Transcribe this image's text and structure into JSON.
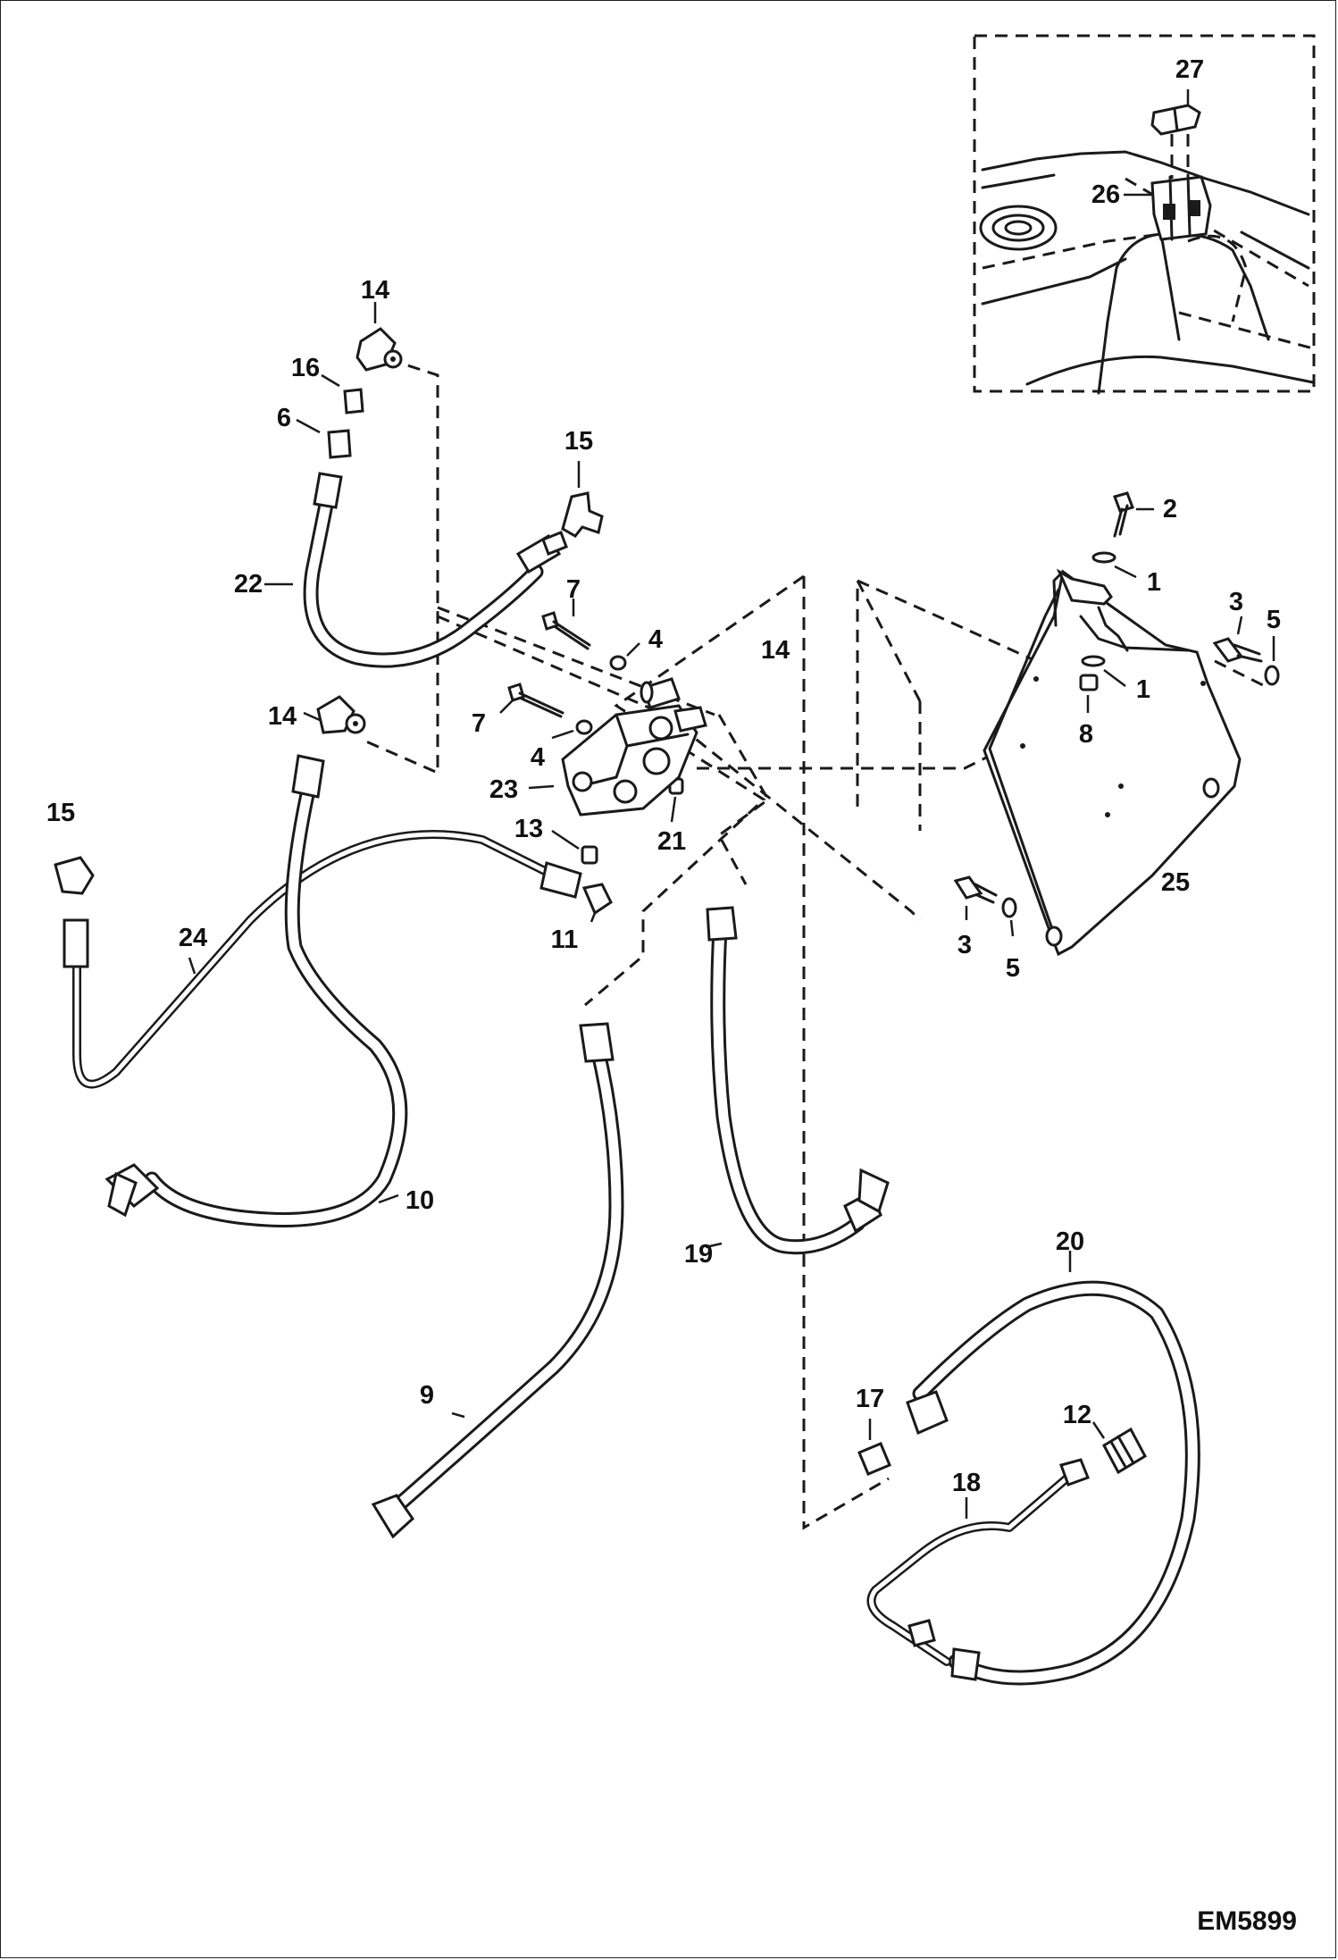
{
  "diagram_code": "EM5899",
  "callouts": {
    "c1a": "1",
    "c1b": "1",
    "c2": "2",
    "c3a": "3",
    "c3b": "3",
    "c4a": "4",
    "c4b": "4",
    "c5a": "5",
    "c5b": "5",
    "c6": "6",
    "c7a": "7",
    "c7b": "7",
    "c8": "8",
    "c9": "9",
    "c10": "10",
    "c11": "11",
    "c12": "12",
    "c13": "13",
    "c14a": "14",
    "c14b": "14",
    "c14c": "14",
    "c15a": "15",
    "c15b": "15",
    "c16": "16",
    "c17": "17",
    "c18": "18",
    "c19": "19",
    "c20": "20",
    "c21": "21",
    "c22": "22",
    "c23": "23",
    "c24": "24",
    "c25": "25",
    "c26": "26",
    "c27": "27"
  }
}
